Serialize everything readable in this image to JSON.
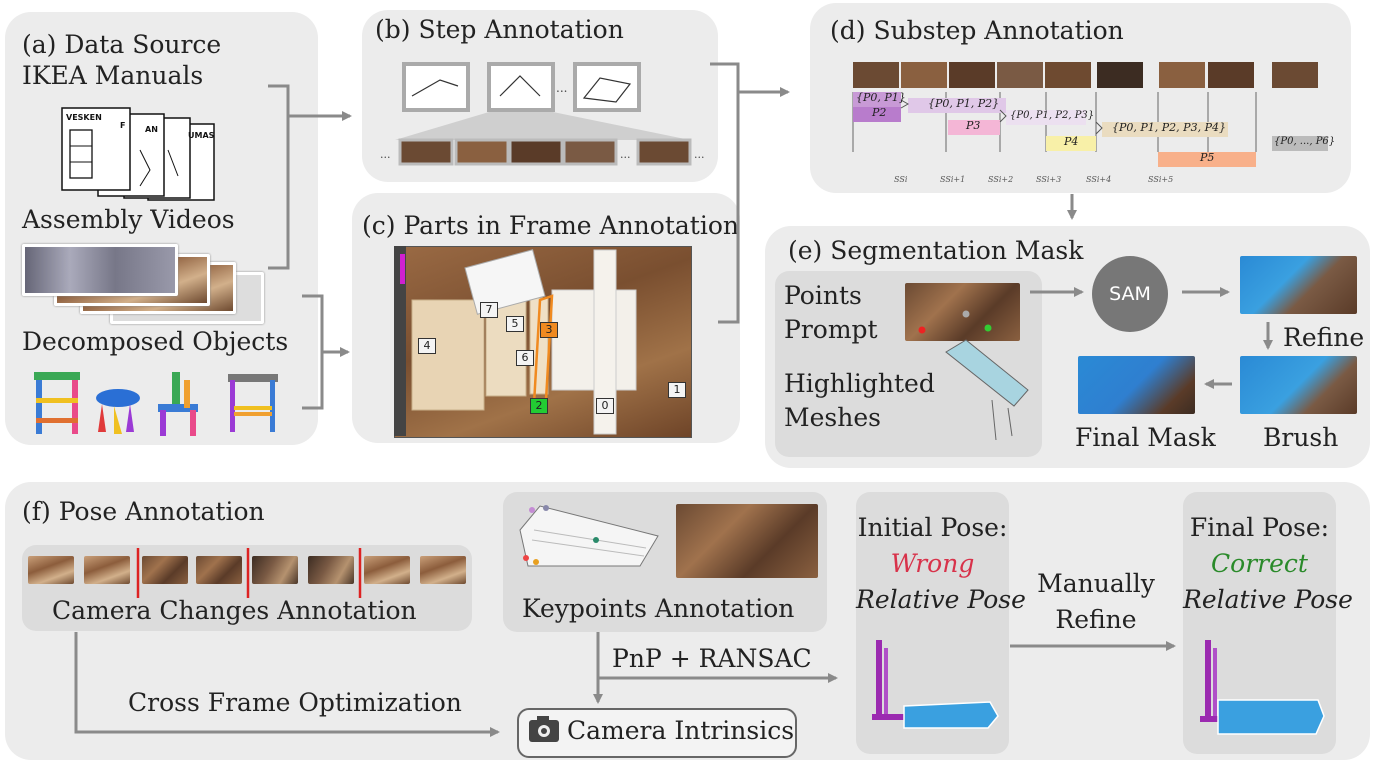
{
  "panels": {
    "a": {
      "title": "(a) Data Source",
      "subtitle": "IKEA Manuals",
      "videos": "Assembly Videos",
      "objects": "Decomposed Objects",
      "manual_names": [
        "VESKEN",
        "F",
        "AN",
        "UMAS"
      ]
    },
    "b": {
      "title": "(b) Step Annotation"
    },
    "c": {
      "title": "(c) Parts in Frame Annotation",
      "part_labels": [
        "7",
        "5",
        "3",
        "4",
        "6",
        "2",
        "0",
        "1"
      ]
    },
    "d": {
      "title": "(d) Substep Annotation",
      "bars": [
        "{P0, P1}",
        "P2",
        "{P0, P1, P2}",
        "P3",
        "{P0, P1, P2, P3}",
        "P4",
        "{P0, P1, P2, P3, P4}",
        "P5",
        "{P0, ..., P6}"
      ],
      "axis_ticks": [
        "SSi",
        "SSi+1",
        "SSi+2",
        "SSi+3",
        "SSi+4",
        "SSi+5"
      ]
    },
    "e": {
      "title": "(e) Segmentation Mask",
      "points": "Points",
      "prompt": "Prompt",
      "highlighted": "Highlighted",
      "meshes": "Meshes",
      "sam": "SAM",
      "refine": "Refine",
      "final_mask": "Final Mask",
      "brush": "Brush"
    },
    "f": {
      "title": "(f) Pose Annotation",
      "camera_changes": "Camera Changes Annotation",
      "keypoints": "Keypoints Annotation",
      "pnp": "PnP + RANSAC",
      "cross_frame": "Cross Frame Optimization",
      "camera_intrinsics": "Camera Intrinsics",
      "initial_pose": "Initial Pose:",
      "wrong": "Wrong",
      "relative_pose_1": "Relative Pose",
      "manually": "Manually",
      "refine": "Refine",
      "final_pose": "Final Pose:",
      "correct": "Correct",
      "relative_pose_2": "Relative Pose"
    }
  },
  "colors": {
    "wrong": "#d8324a",
    "correct": "#2a8a2a",
    "arrow": "#8a8a8a",
    "panel": "#ececec",
    "subpanel": "#dcdcdc",
    "bar_purple": "#c89ad6",
    "bar_pink": "#f4b6d6",
    "bar_yellow": "#f8f0a8",
    "bar_orange": "#f8b08a",
    "bar_tan": "#eadcc0"
  }
}
